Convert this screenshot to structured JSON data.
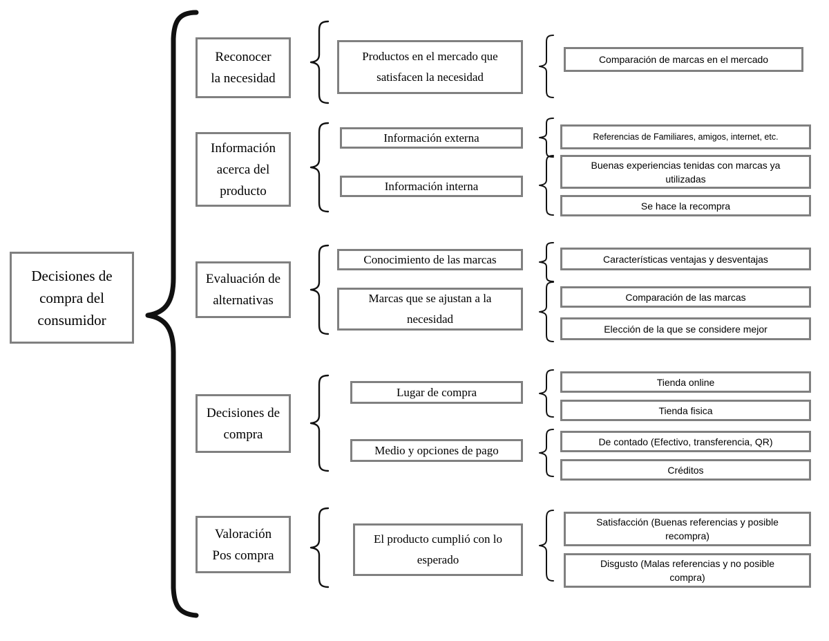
{
  "diagram": {
    "title": "Decisiones de compra del consumidor",
    "root": {
      "label": "Decisiones de\ncompra del\nconsumidor"
    },
    "colors": {
      "box_border": "#808080",
      "brace_stroke": "#111111",
      "background": "#ffffff",
      "text": "#000000"
    },
    "stages": [
      {
        "label": "Reconocer\nla necesidad",
        "subs": [
          {
            "label": "Productos en el mercado que\nsatisfacen la necesidad",
            "details": [
              "Comparación de marcas en el mercado"
            ]
          }
        ]
      },
      {
        "label": "Información\nacerca del\nproducto",
        "subs": [
          {
            "label": "Información externa",
            "details": [
              "Referencias de Familiares, amigos, internet, etc."
            ]
          },
          {
            "label": "Información interna",
            "details": [
              "Buenas experiencias tenidas con marcas ya\nutilizadas",
              "Se hace la recompra"
            ]
          }
        ]
      },
      {
        "label": "Evaluación de\nalternativas",
        "subs": [
          {
            "label": "Conocimiento de las marcas",
            "details": [
              "Características ventajas y desventajas"
            ]
          },
          {
            "label": "Marcas que se ajustan a la\nnecesidad",
            "details": [
              "Comparación de las marcas",
              "Elección de la que se considere mejor"
            ]
          }
        ]
      },
      {
        "label": "Decisiones de\ncompra",
        "subs": [
          {
            "label": "Lugar de compra",
            "details": [
              "Tienda online",
              "Tienda fisica"
            ]
          },
          {
            "label": "Medio y opciones de pago",
            "details": [
              "De contado (Efectivo, transferencia, QR)",
              "Créditos"
            ]
          }
        ]
      },
      {
        "label": "Valoración\nPos compra",
        "subs": [
          {
            "label": "El producto cumplió con lo\nesperado",
            "details": [
              "Satisfacción (Buenas referencias y posible\nrecompra)",
              "Disgusto (Malas referencias y no posible\ncompra)"
            ]
          }
        ]
      }
    ]
  }
}
